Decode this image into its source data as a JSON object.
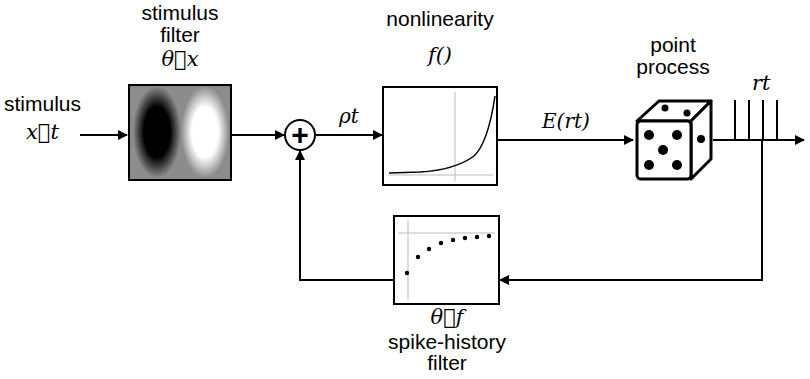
{
  "diagram": {
    "nodes": [
      {
        "text": [
          "stimulus filter",
          "θ⃗x"
        ]
      },
      {
        "text": [
          "+"
        ]
      },
      {
        "text": [
          "nonlinearity",
          "f()"
        ]
      },
      {
        "text": [
          "point process"
        ]
      },
      {
        "text": [
          "θ⃗f",
          "spike-history filter"
        ]
      }
    ],
    "edges": [
      {
        "from": 0,
        "to": 1,
        "arrow": "to"
      },
      {
        "from": 1,
        "to": 2,
        "label": "ρt",
        "arrow": "to"
      },
      {
        "from": 2,
        "to": 3,
        "label": "E(rt)",
        "arrow": "to"
      },
      {
        "from": 3,
        "to": 4,
        "arrow": "to"
      },
      {
        "from": 4,
        "to": 1,
        "arrow": "to"
      }
    ],
    "labels": [
      "stimulus",
      "x⃗t",
      "rt"
    ]
  }
}
